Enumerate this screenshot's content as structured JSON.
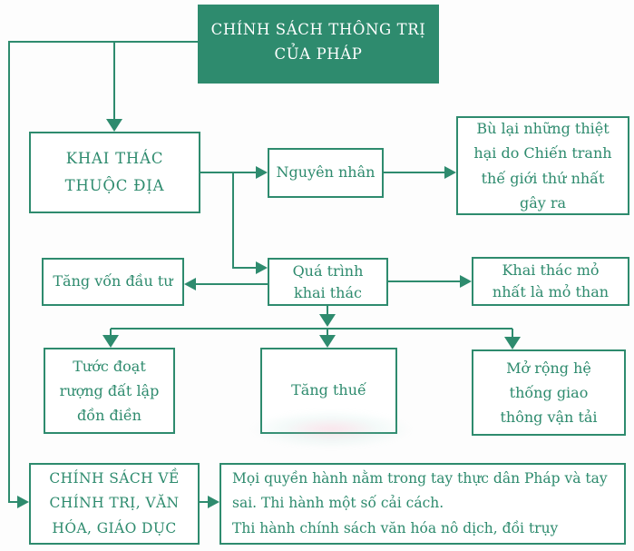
{
  "diagram_title": "CHÍNH SÁCH THÔNG TRỊ CỦA PHÁP",
  "colors": {
    "green": "#2e8b6e",
    "title_bg": "#2e8b6e",
    "title_text": "#ffffff",
    "box_bg": "#ffffff"
  },
  "nodes": {
    "title": {
      "lines": [
        "CHÍNH SÁCH THÔNG TRỊ",
        "CỦA PHÁP"
      ]
    },
    "khai_thac": {
      "lines": [
        "KHAI THÁC",
        "THUỘC ĐỊA"
      ]
    },
    "nguyen_nhan": {
      "label": "Nguyên nhân"
    },
    "bu_lai": {
      "label": "Bù lại những thiệt hại do Chiến tranh thế giới thứ nhất gây ra"
    },
    "tang_von": {
      "label": "Tăng vốn đầu tư"
    },
    "qua_trinh": {
      "lines": [
        "Quá trình",
        "khai thác"
      ]
    },
    "khai_thac_mo": {
      "lines": [
        "Khai thác mỏ",
        "nhất là mỏ than"
      ]
    },
    "tuoc_doat": {
      "lines": [
        "Tước đoạt",
        "rượng đất lập",
        "đồn điền"
      ]
    },
    "tang_thue": {
      "label": "Tăng thuế"
    },
    "mo_rong": {
      "lines": [
        "Mở rộng hệ",
        "thống giao",
        "thông vận tải"
      ]
    },
    "chinh_sach": {
      "lines": [
        "CHÍNH SÁCH VỀ",
        "CHÍNH TRỊ, VĂN",
        "HÓA, GIÁO DỤC"
      ]
    },
    "moi_quyen": {
      "lines": [
        "Mọi quyền hành nằm trong tay thực dân Pháp và tay",
        "sai. Thi hành một số cải cách.",
        "Thi hành chính sách văn hóa nô dịch, đồi trụy"
      ]
    }
  }
}
